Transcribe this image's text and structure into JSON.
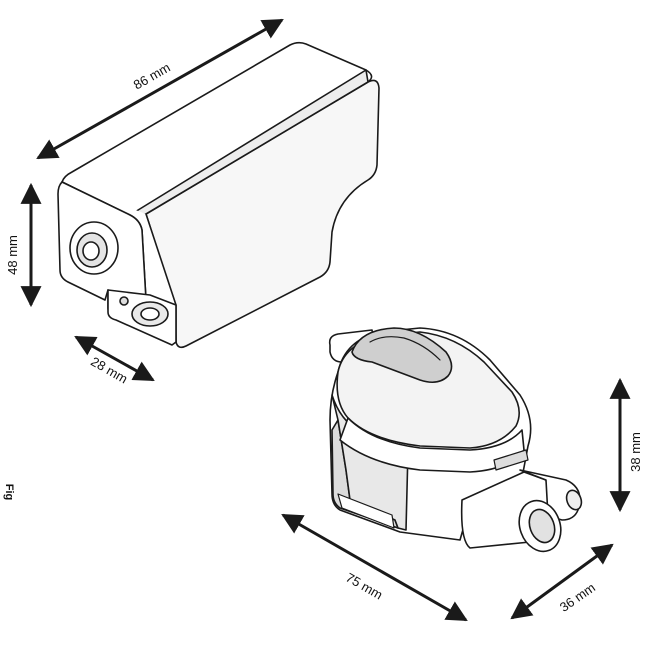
{
  "dimensions": {
    "upper_length": "86 mm",
    "upper_height": "48 mm",
    "upper_depth": "28 mm",
    "lower_length": "75 mm",
    "lower_depth": "36 mm",
    "lower_height": "38 mm"
  },
  "edge_label": "Fig",
  "colors": {
    "line": "#1a1a1a",
    "body_light": "#ffffff",
    "body_shade": "#e6e6e6",
    "body_dark": "#b9b9b9"
  }
}
